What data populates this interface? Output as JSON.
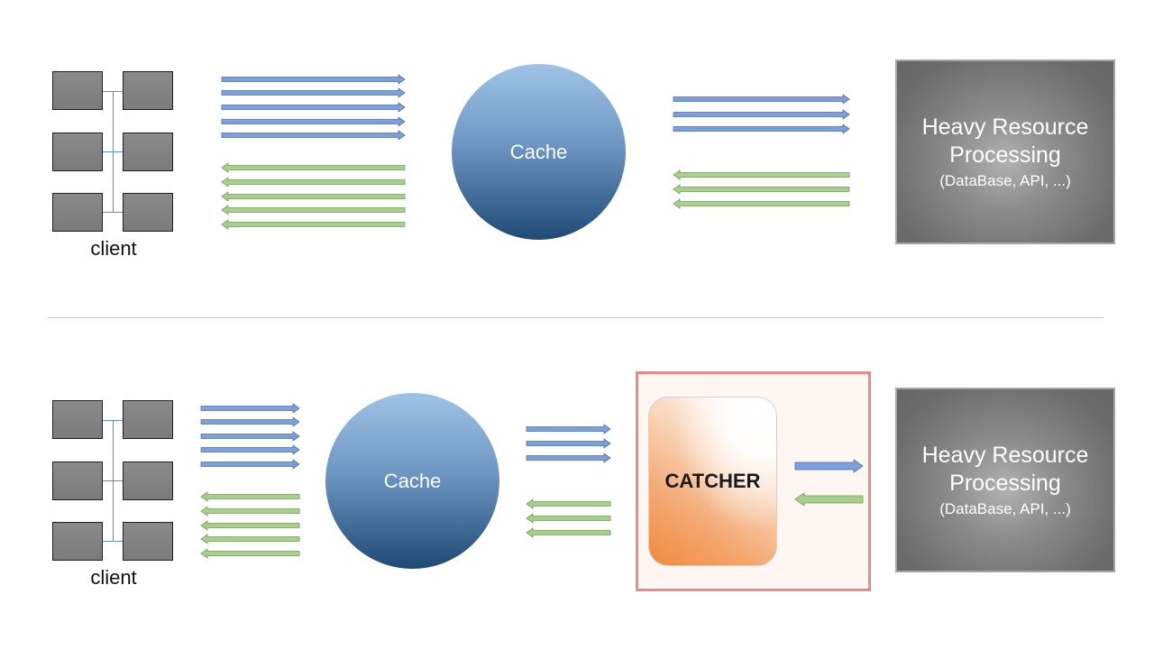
{
  "colors": {
    "request_arrow": "#7f9fd9",
    "response_arrow": "#a8cf8c",
    "cache_top": "#9fc3e6",
    "cache_bottom": "#1f4a75",
    "heavy_box": "#7a7a7a",
    "catcher_frame": "#e88a8a",
    "catcher_accent": "#ef8a40",
    "client_box": "#808080"
  },
  "top": {
    "client_label": "client",
    "cache_label": "Cache",
    "heavy_title_line1": "Heavy Resource",
    "heavy_title_line2": "Processing",
    "heavy_subtitle": "(DataBase, API, ...)"
  },
  "bottom": {
    "client_label": "client",
    "cache_label": "Cache",
    "catcher_label": "CATCHER",
    "heavy_title_line1": "Heavy Resource",
    "heavy_title_line2": "Processing",
    "heavy_subtitle": "(DataBase, API, ...)"
  }
}
